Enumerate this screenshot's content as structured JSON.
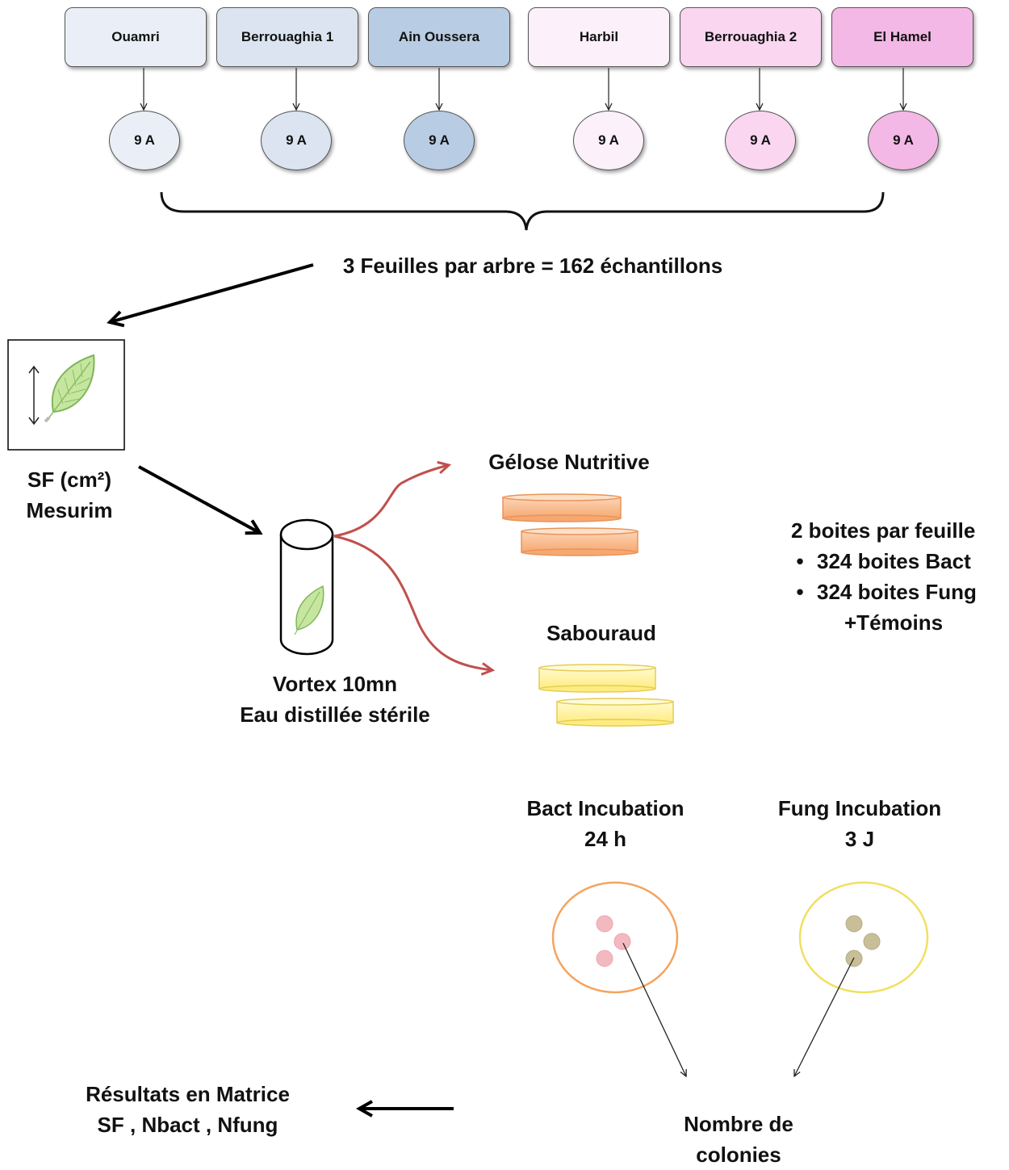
{
  "sites": [
    {
      "name": "Ouamri",
      "trees": "9 A",
      "color": "#eaeff7"
    },
    {
      "name": "Berrouaghia 1",
      "trees": "9 A",
      "color": "#dbe4f0"
    },
    {
      "name": "Ain Oussera",
      "trees": "9 A",
      "color": "#b8cce4"
    },
    {
      "name": "Harbil",
      "trees": "9 A",
      "color": "#fcf0fa"
    },
    {
      "name": "Berrouaghia 2",
      "trees": "9 A",
      "color": "#fad6f1"
    },
    {
      "name": "El Hamel",
      "trees": "9 A",
      "color": "#f3b8e6"
    }
  ],
  "sampling": "3 Feuilles par arbre = 162 échantillons",
  "leaf_area": {
    "line1": "SF (cm²)",
    "line2": "Mesurim"
  },
  "vortex": {
    "line1": "Vortex 10mn",
    "line2": "Eau distillée stérile"
  },
  "media": {
    "nutrient": "Gélose Nutritive",
    "sabouraud": "Sabouraud"
  },
  "plates": {
    "title": "2 boites par feuille",
    "item1": "324 boites  Bact",
    "item2": "324 boites  Fung",
    "extra": "+Témoins"
  },
  "incubation": {
    "bact_line1": "Bact Incubation",
    "bact_line2": "24 h",
    "fung_line1": "Fung Incubation",
    "fung_line2": "3 J"
  },
  "colonies": {
    "line1": "Nombre de",
    "line2": "colonies"
  },
  "results": {
    "line1": "Résultats en Matrice",
    "line2": "SF , Nbact , Nfung"
  },
  "colors": {
    "nutrient_plate": "#f9b98c",
    "sabouraud_plate": "#fff39a",
    "curve_arrow": "#c0504d",
    "leaf": "#c6e6a0"
  }
}
